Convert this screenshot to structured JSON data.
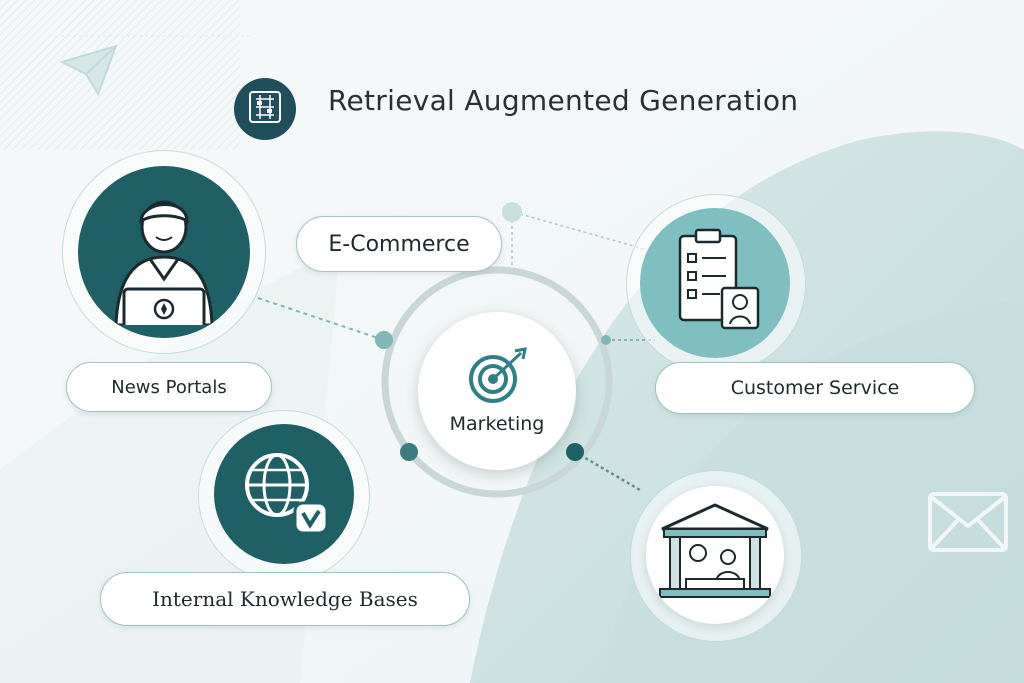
{
  "header": {
    "title": "Retrieval Augmented Generation",
    "icon": "network-grid-icon"
  },
  "hub": {
    "label": "Marketing",
    "icon": "target-arrow-icon"
  },
  "nodes": [
    {
      "id": "news-portals",
      "label": "News Portals",
      "icon": "person-laptop-icon"
    },
    {
      "id": "e-commerce",
      "label": "E-Commerce"
    },
    {
      "id": "customer-service",
      "label": "Customer Service",
      "icon": "clipboard-checklist-icon"
    },
    {
      "id": "internal-knowledge-bases",
      "label": "Internal Knowledge Bases",
      "icon": "globe-check-icon"
    },
    {
      "id": "bank-service",
      "icon": "bank-building-icon"
    }
  ],
  "decorations": [
    {
      "icon": "paper-plane-icon"
    },
    {
      "icon": "envelope-icon"
    }
  ],
  "colors": {
    "primary_teal": "#1f5f66",
    "light_teal": "#7fbfc2",
    "accent": "#2e7f86",
    "text": "#1e2a2e"
  }
}
